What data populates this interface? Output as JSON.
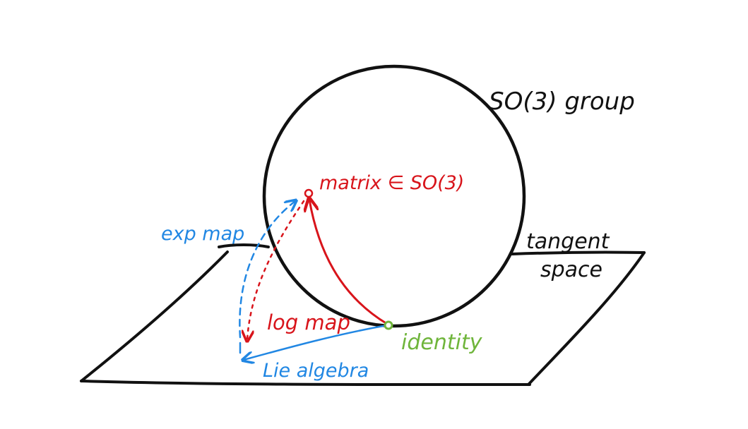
{
  "labels": {
    "group": "SO(3) group",
    "tangent": "tangent",
    "space": "space",
    "matrix": "matrix ∈ SO(3)",
    "exp_map": "exp map",
    "log_map": "log map",
    "identity": "identity",
    "lie_algebra": "Lie algebra"
  },
  "colors": {
    "ink": "#111111",
    "red": "#d8141b",
    "blue": "#2187e3",
    "green": "#6fb53b"
  }
}
